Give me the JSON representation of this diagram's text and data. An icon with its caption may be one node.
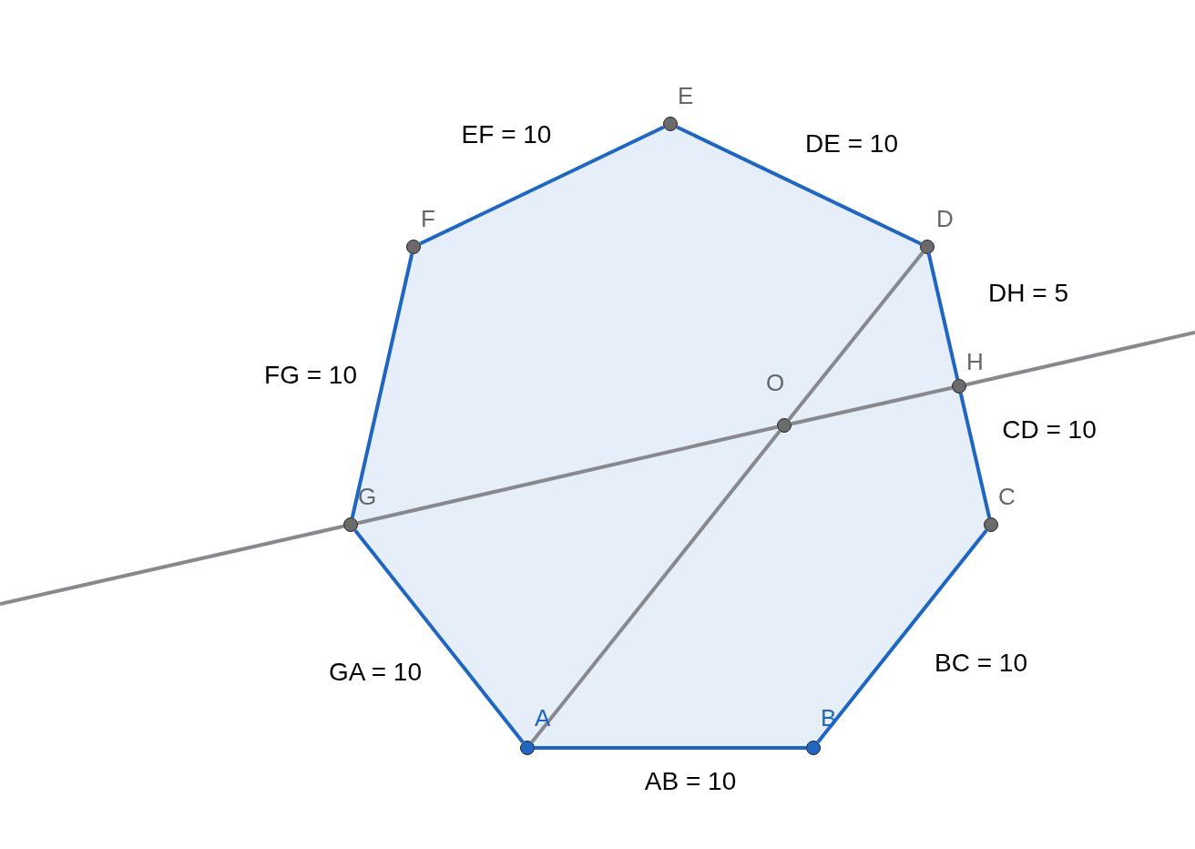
{
  "diagram": {
    "nodes": [
      {
        "text": [],
        "shape": "circle",
        "beside": [
          "E"
        ]
      },
      {
        "text": [],
        "shape": "circle",
        "beside": [
          "F"
        ]
      },
      {
        "text": [],
        "shape": "circle",
        "beside": [
          "D"
        ]
      },
      {
        "text": [],
        "shape": "circle",
        "beside": [
          "H"
        ]
      },
      {
        "text": [],
        "shape": "circle",
        "beside": [
          "O"
        ]
      },
      {
        "text": [],
        "shape": "circle",
        "beside": [
          "G"
        ]
      },
      {
        "text": [],
        "shape": "circle",
        "beside": [
          "C"
        ]
      },
      {
        "text": [],
        "shape": "circle",
        "beside": [
          "A"
        ]
      },
      {
        "text": [],
        "shape": "circle",
        "beside": [
          "B"
        ]
      }
    ],
    "edges": [
      {
        "from": 7,
        "to": 8,
        "arrow": "none"
      },
      {
        "from": 8,
        "to": 6,
        "arrow": "none"
      },
      {
        "from": 6,
        "to": 3,
        "arrow": "none"
      },
      {
        "from": 3,
        "to": 2,
        "arrow": "none"
      },
      {
        "from": 2,
        "to": 0,
        "arrow": "none"
      },
      {
        "from": 0,
        "to": 1,
        "arrow": "none"
      },
      {
        "from": 1,
        "to": 5,
        "arrow": "none"
      },
      {
        "from": 5,
        "to": 7,
        "arrow": "none"
      },
      {
        "from": 7,
        "to": 4,
        "arrow": "none",
        "color": "#88888e"
      },
      {
        "from": 4,
        "to": 2,
        "arrow": "none",
        "color": "#88888e"
      },
      {
        "from": null,
        "to": 5,
        "arrow": "none",
        "color": "#88888e"
      },
      {
        "from": 5,
        "to": 4,
        "arrow": "none",
        "color": "#88888e"
      },
      {
        "from": 4,
        "to": 3,
        "arrow": "none",
        "color": "#88888e"
      },
      {
        "from": 3,
        "to": null,
        "arrow": "none",
        "color": "#88888e"
      }
    ],
    "labels": [
      "EF = 10",
      "DE = 10",
      "DH = 5",
      "FG = 10",
      "CD = 10",
      "GA = 10",
      "BC = 10",
      "AB = 10"
    ]
  }
}
